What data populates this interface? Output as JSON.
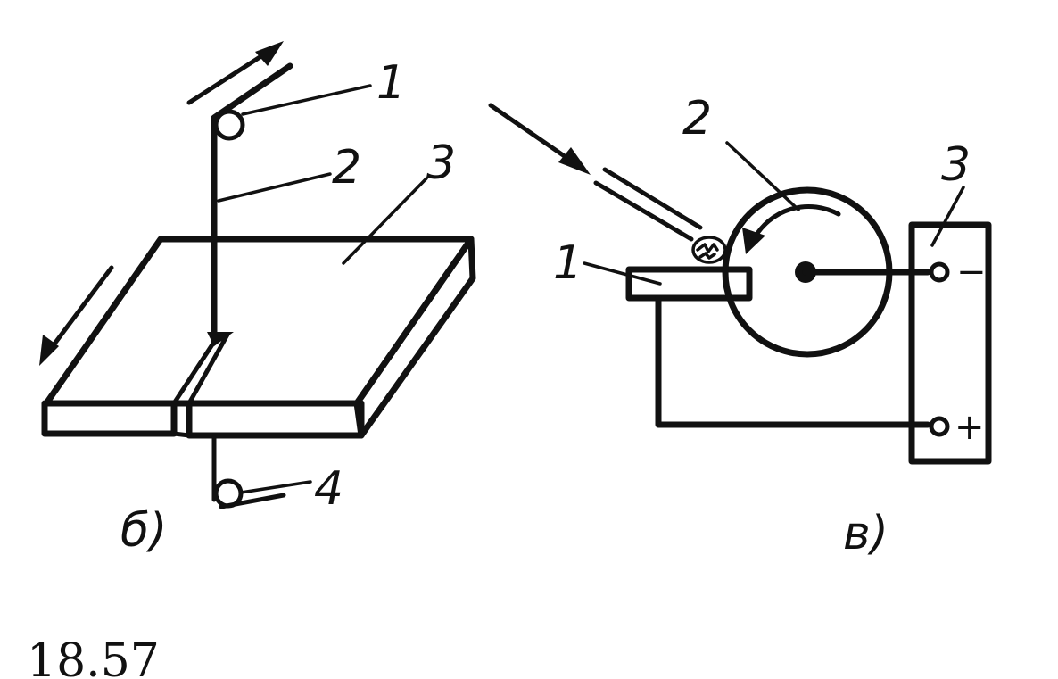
{
  "figure_number": "18.57",
  "diagram_b": {
    "caption": "б)",
    "labels": {
      "roller_top": "1",
      "wire": "2",
      "plates": "3",
      "roller_bottom": "4"
    }
  },
  "diagram_v": {
    "caption": "в)",
    "labels": {
      "workpiece": "1",
      "disc": "2",
      "power_source": "3"
    },
    "terminals": {
      "negative": "−",
      "positive": "+"
    }
  }
}
